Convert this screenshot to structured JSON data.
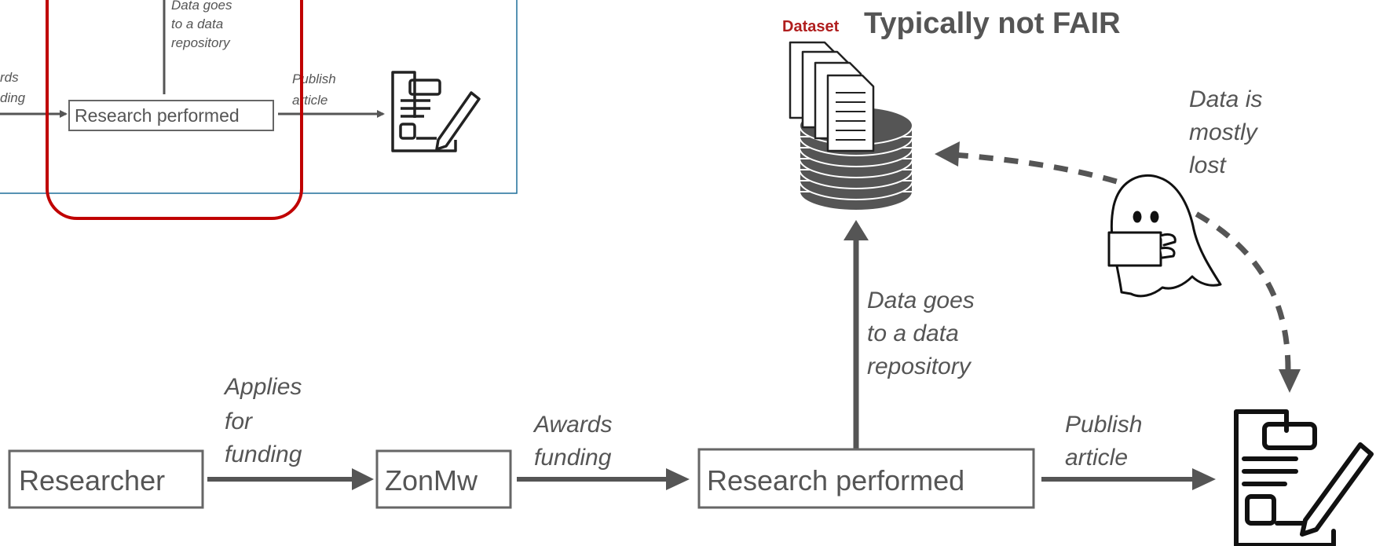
{
  "inset": {
    "label_data_goes": [
      "Data goes",
      "to a data",
      "repository"
    ],
    "label_awards": [
      "rds",
      "ding"
    ],
    "label_publish": [
      "Publish",
      "article"
    ],
    "box_research": "Research performed"
  },
  "main": {
    "title": "Typically not FAIR",
    "dataset_label": "Dataset",
    "data_lost": [
      "Data is",
      "mostly",
      "lost"
    ],
    "data_goes": [
      "Data goes",
      "to a data",
      "repository"
    ],
    "applies": [
      "Applies",
      "for",
      "funding"
    ],
    "awards": [
      "Awards",
      "funding"
    ],
    "publish": [
      "Publish",
      "article"
    ],
    "box_researcher": "Researcher",
    "box_zonmw": "ZonMw",
    "box_research": "Research performed"
  },
  "colors": {
    "highlight": "#c00000",
    "inset_border": "#1f6f9a",
    "dataset_label": "#b01e1e",
    "arrow": "#555555"
  }
}
